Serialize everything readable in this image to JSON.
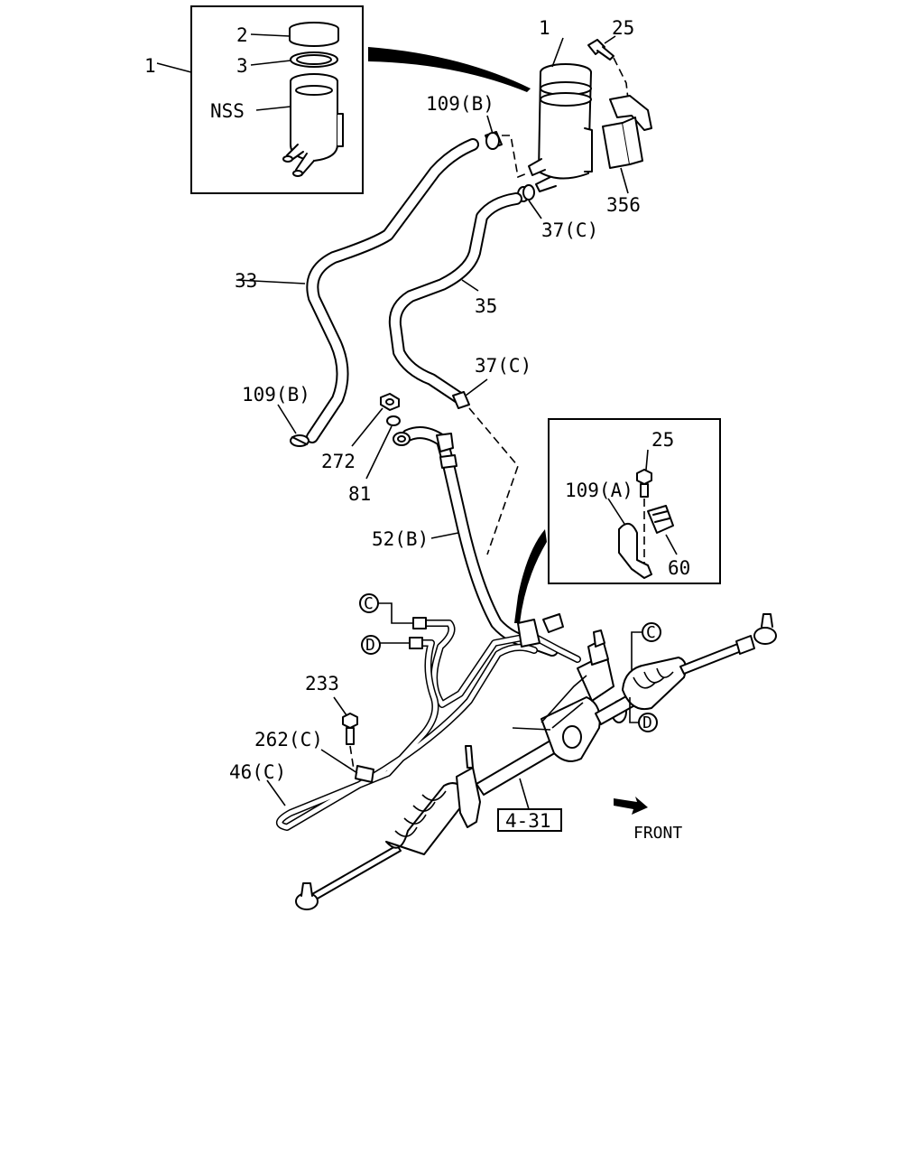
{
  "callouts": {
    "c1_left": "1",
    "c2": "2",
    "c3": "3",
    "nss": "NSS",
    "c1_top": "1",
    "c25_top": "25",
    "c109b_top": "109(B)",
    "c356": "356",
    "c37c_top": "37(C)",
    "c33": "33",
    "c35": "35",
    "c37c_mid": "37(C)",
    "c109b_mid": "109(B)",
    "c272": "272",
    "c81": "81",
    "c52b": "52(B)",
    "c25_inset": "25",
    "c109a": "109(A)",
    "c60": "60",
    "c233": "233",
    "c262c": "262(C)",
    "c46c": "46(C)",
    "ref": "4-31",
    "front": "FRONT"
  },
  "circle_markers": {
    "c_left": "C",
    "d_left": "D",
    "c_right": "C",
    "d_right": "D"
  }
}
